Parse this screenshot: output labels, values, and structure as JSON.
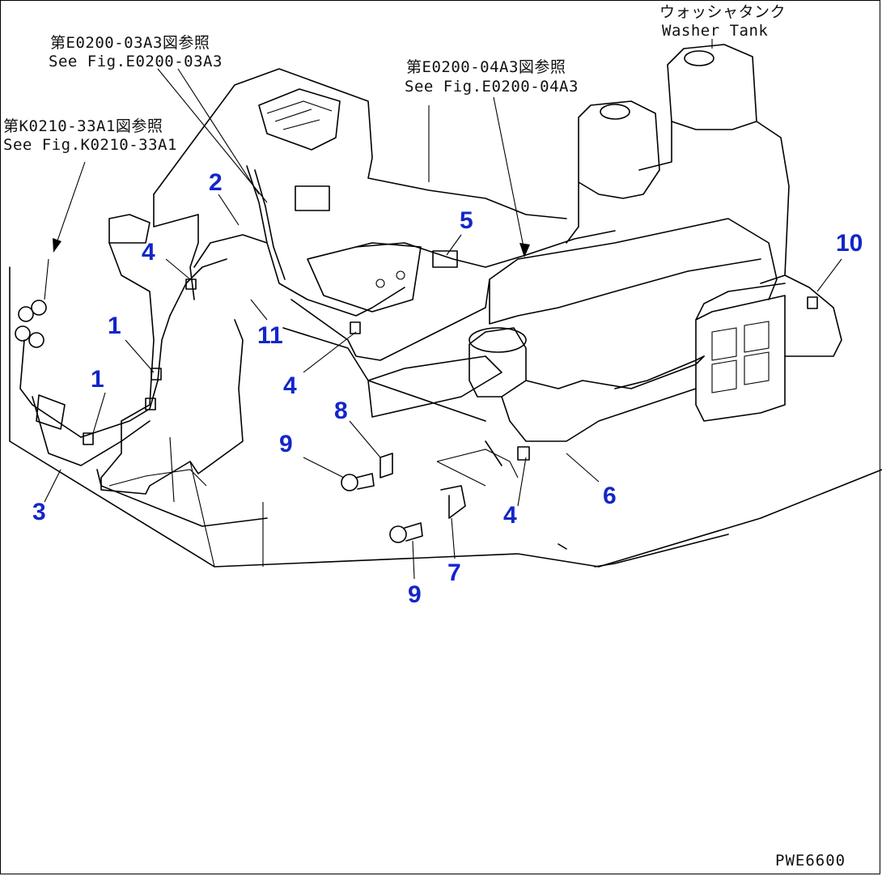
{
  "drawing_code": "PWE6600",
  "references": {
    "washer_tank_jp": "ウォッシャタンク",
    "washer_tank_en": "Washer Tank",
    "fig_e0200_03a3_jp": "第E0200-03A3図参照",
    "fig_e0200_03a3_en": "See Fig.E0200-03A3",
    "fig_e0200_04a3_jp": "第E0200-04A3図参照",
    "fig_e0200_04a3_en": "See Fig.E0200-04A3",
    "fig_k0210_33a1_jp": "第K0210-33A1図参照",
    "fig_k0210_33a1_en": "See Fig.K0210-33A1"
  },
  "callouts": {
    "c1a": "1",
    "c1b": "1",
    "c2": "2",
    "c3": "3",
    "c4a": "4",
    "c4b": "4",
    "c4c": "4",
    "c5": "5",
    "c6": "6",
    "c7": "7",
    "c8": "8",
    "c9a": "9",
    "c9b": "9",
    "c10": "10",
    "c11": "11"
  },
  "colors": {
    "callout": "#1326c8",
    "line": "#000000"
  }
}
